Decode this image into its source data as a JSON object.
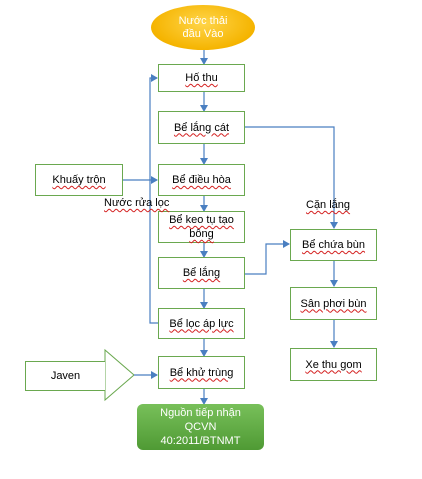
{
  "nodes": {
    "start": [
      "Nước thải",
      "đầu Vào"
    ],
    "ho_thu": "Hố thu",
    "be_lang_cat": "Bể lắng cát",
    "be_dieu_hoa": "Bể điều hòa",
    "be_keo_tu": [
      "Bể keo tụ tạo",
      "bông"
    ],
    "be_lang": "Bể lắng",
    "be_loc_ap_luc": "Bể lọc áp lực",
    "be_khu_trung": "Bể khử trùng",
    "end": [
      "Nguồn tiếp nhận",
      "QCVN",
      "40:2011/BTNMT"
    ],
    "khuay_tron": "Khuấy trộn",
    "javen": "Javen",
    "be_chua_bun": "Bể chứa bùn",
    "san_phoi_bun": "Sân phơi bùn",
    "xe_thu_gom": "Xe thu gom"
  },
  "labels": {
    "nuoc_rua_loc": "Nước rửa lọc",
    "can_lang": "Cặn lắng"
  },
  "colors": {
    "arrow": "#4a7fc1",
    "box_border": "#6aa84f",
    "start_fill": "#f5b400",
    "end_fill": "#5aab3c"
  }
}
